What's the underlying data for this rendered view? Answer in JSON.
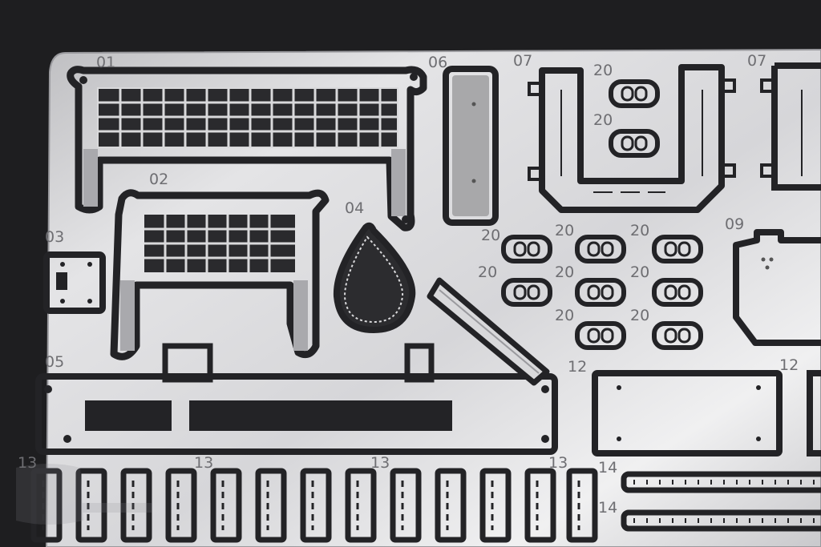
{
  "image": {
    "subject": "photo-etched metal fret",
    "colors": {
      "background": "#1e1e20",
      "metal_light": "#d9d9db",
      "metal_dark": "#a9a9ad",
      "cutout": "#232326",
      "label": "#6e6e72",
      "recess": "#a8a8aa"
    }
  },
  "part_labels": {
    "p01": "01",
    "p02": "02",
    "p03": "03",
    "p04": "04",
    "p05": "05",
    "p06": "06",
    "p07a": "07",
    "p07b": "07",
    "p09": "09",
    "p12a": "12",
    "p12b": "12",
    "p13a": "13",
    "p13b": "13",
    "p13c": "13",
    "p13d": "13",
    "p14a": "14",
    "p14b": "14",
    "p20": [
      "20",
      "20",
      "20",
      "20",
      "20",
      "20",
      "20",
      "20",
      "20",
      "20"
    ]
  },
  "watermark": "stamp-logo"
}
